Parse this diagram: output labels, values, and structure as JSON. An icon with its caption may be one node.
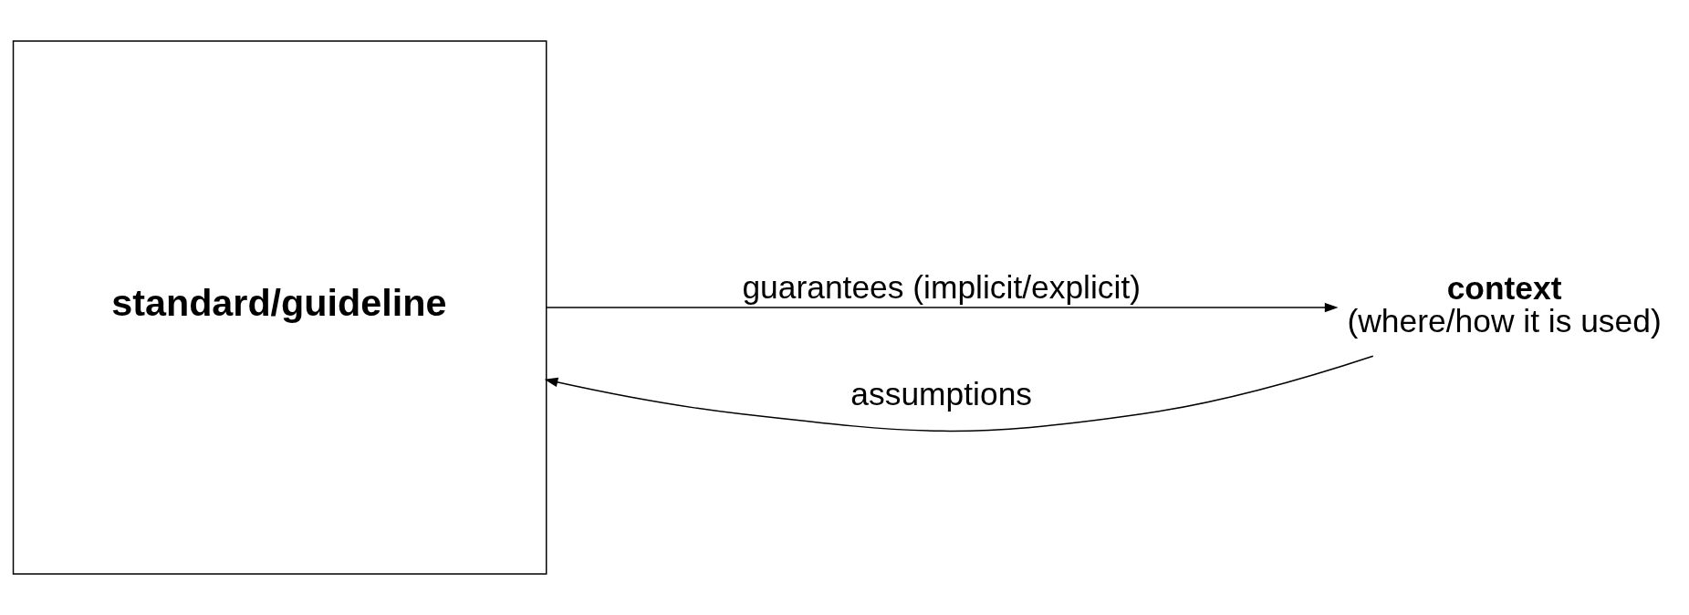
{
  "diagram": {
    "nodes": [
      {
        "text": [
          "standard/guideline"
        ]
      },
      {
        "text": [
          "context",
          "(where/how it is used)"
        ]
      }
    ],
    "edges": [
      {
        "from": 1,
        "to": 0,
        "arrow": "to",
        "label": "assumptions"
      },
      {
        "from": 0,
        "to": 1,
        "arrow": "to",
        "label": "guarantees (implicit/explicit)"
      }
    ]
  }
}
